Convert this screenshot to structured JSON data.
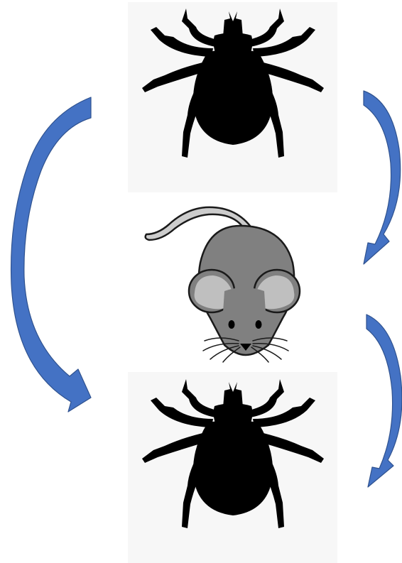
{
  "diagram": {
    "nodes": [
      {
        "id": "tick-1",
        "icon": "tick-icon"
      },
      {
        "id": "mouse",
        "icon": "mouse-icon"
      },
      {
        "id": "tick-2",
        "icon": "tick-icon"
      }
    ],
    "edges": [
      {
        "from": "tick-1",
        "to": "tick-2",
        "icon": "curved-arrow-icon"
      },
      {
        "from": "tick-1",
        "to": "mouse",
        "icon": "curved-arrow-icon"
      },
      {
        "from": "mouse",
        "to": "tick-2",
        "icon": "curved-arrow-icon"
      }
    ]
  },
  "colors": {
    "arrow_fill": "#4472c4",
    "arrow_stroke": "#2f528f",
    "tick_fill": "#000000",
    "tile_background": "#f7f7f7",
    "mouse_body": "#808080",
    "mouse_inner_ear": "#bfbfbf",
    "mouse_tail": "#cccccc",
    "mouse_outline": "#1a1a1a"
  }
}
